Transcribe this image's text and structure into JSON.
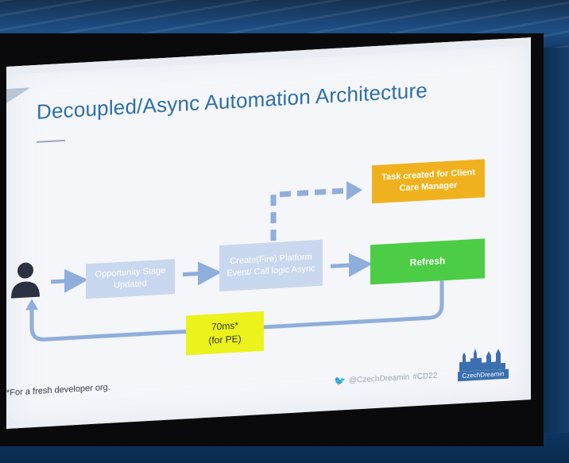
{
  "slide": {
    "title": "Decoupled/Async Automation Architecture",
    "boxes": {
      "opportunity": "Opportunity Stage Updated",
      "create_event": "Create(Fire) Platform Event/ Call logic Async",
      "task": "Task created for Client Care Manager",
      "refresh": "Refresh",
      "timing": "70ms*\n(for PE)"
    },
    "footnote": "*For a fresh developer org.",
    "footer": {
      "twitter_handle": "@CzechDreamin",
      "hashtag": "#CD22",
      "logo_text": "CzechDreamin"
    }
  },
  "colors": {
    "title": "#2d6fa3",
    "process_box": "#c9d8ee",
    "arrow": "#8faedb",
    "task_box": "#efb21e",
    "refresh_box": "#4ccd45",
    "timing_box": "#ecf21c"
  }
}
